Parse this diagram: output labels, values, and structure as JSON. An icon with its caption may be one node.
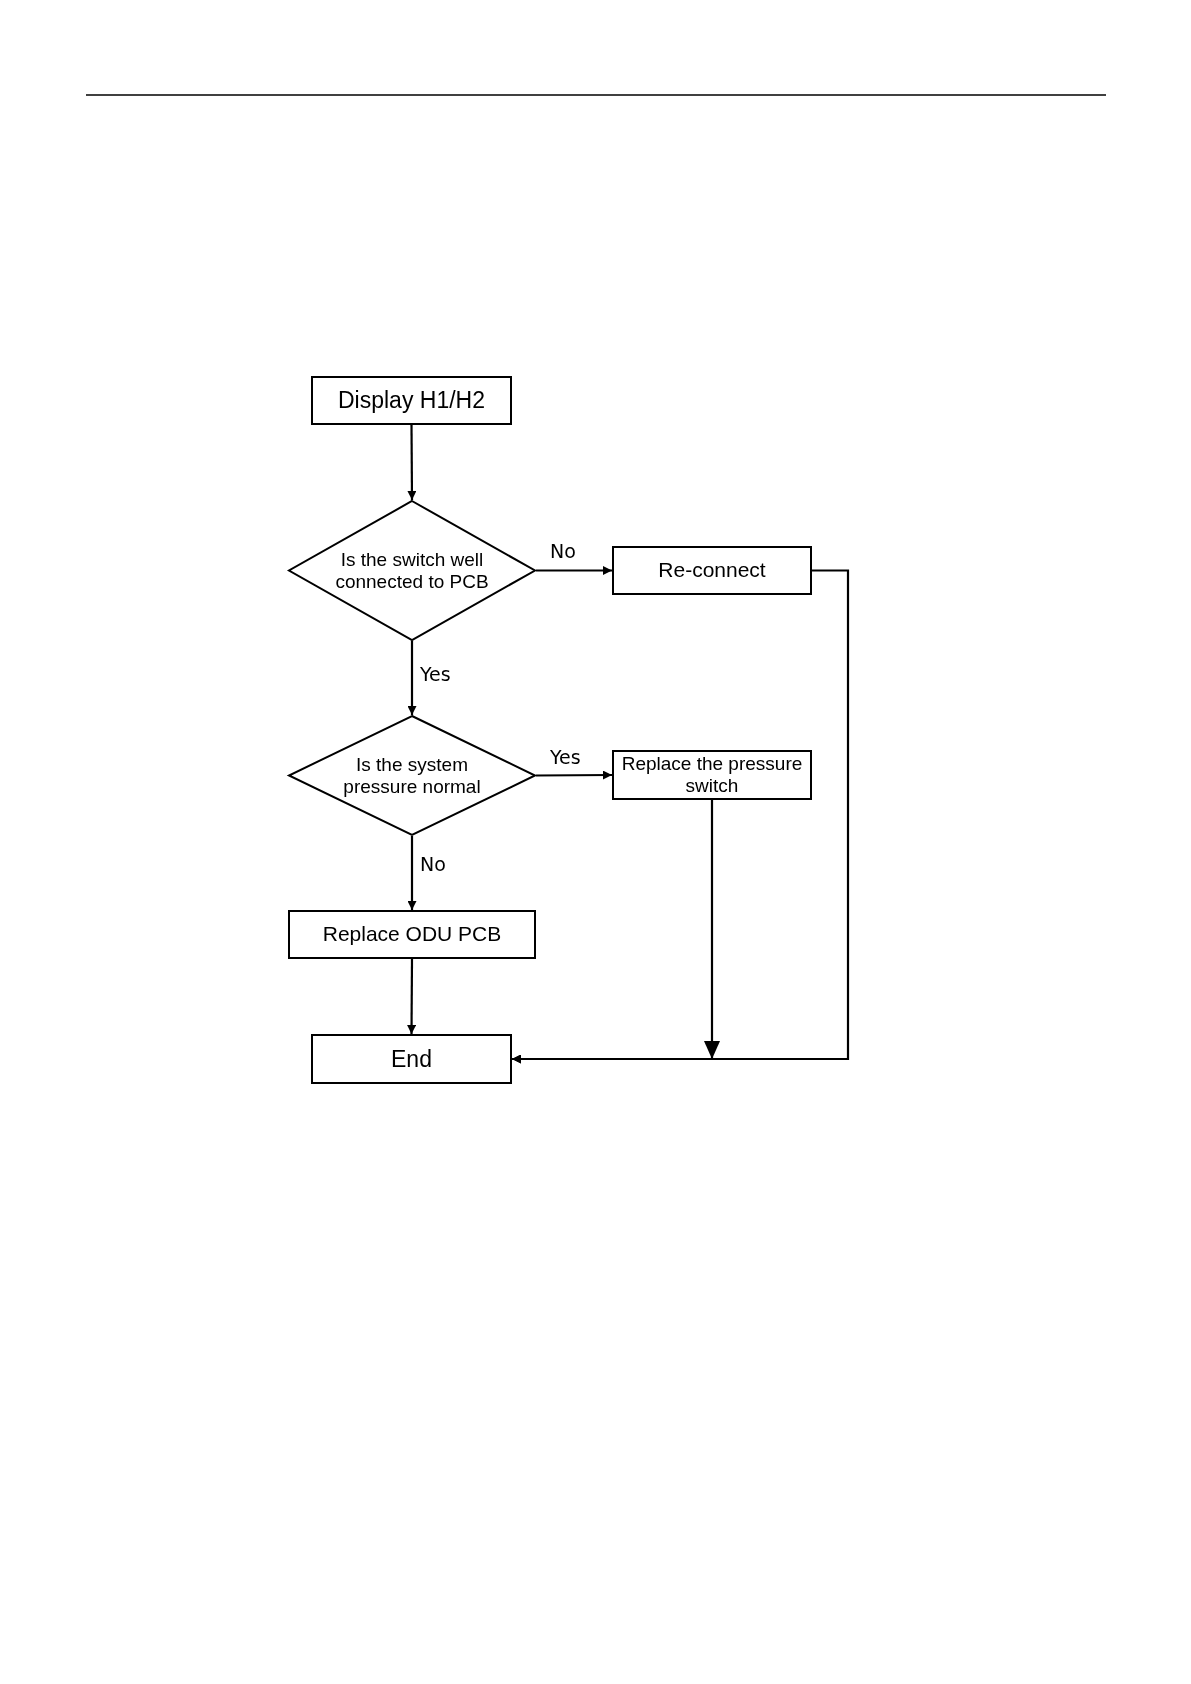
{
  "diagram": {
    "nodes": [
      {
        "text": [
          "Display H1/H2"
        ]
      },
      {
        "text": [
          "Is the switch well connected to PCB"
        ]
      },
      {
        "text": [
          "Re-connect"
        ]
      },
      {
        "text": [
          "Is the system pressure normal"
        ]
      },
      {
        "text": [
          "Replace the pressure switch"
        ]
      },
      {
        "text": [
          "Replace ODU PCB"
        ]
      },
      {
        "text": [
          "End"
        ]
      }
    ],
    "edges": [
      {
        "from": 0,
        "to": 1,
        "arrow": "to"
      },
      {
        "from": 1,
        "to": 2,
        "label": "No",
        "arrow": "to"
      },
      {
        "from": 1,
        "to": 3,
        "label": "Yes",
        "arrow": "to"
      },
      {
        "from": 3,
        "to": 4,
        "label": "Yes",
        "arrow": "to"
      },
      {
        "from": 3,
        "to": 5,
        "label": "No",
        "arrow": "to"
      },
      {
        "from": 5,
        "to": 6,
        "arrow": "to"
      },
      {
        "from": 4,
        "to": 6,
        "arrow": "to"
      },
      {
        "from": 2,
        "to": 6,
        "arrow": "to"
      }
    ]
  }
}
